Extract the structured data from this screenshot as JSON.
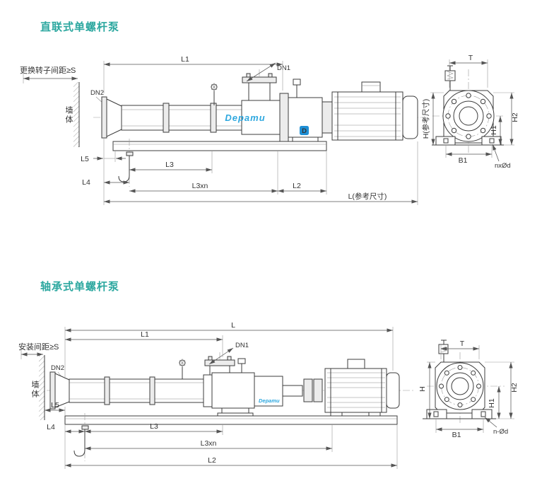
{
  "page": {
    "bg": "#ffffff",
    "accent": "#2BA79F",
    "line_color": "#3c3c3c",
    "brand_color": "#2FA8DF"
  },
  "s1": {
    "title": "直联式单螺杆泵",
    "labels": {
      "replace_spacing": "更换转子间距≥S",
      "wall": "墙体",
      "dn2": "DN2",
      "dn1": "DN1",
      "l1": "L1",
      "brand": "Depamu",
      "logo_d": "D",
      "l5": "L5",
      "l3": "L3",
      "l4": "L4",
      "l3xn": "L3xn",
      "l2": "L2",
      "l_ref": "L(参考尺寸)",
      "t": "T",
      "h_ref": "H(参考尺寸)",
      "h2": "H2",
      "h1": "H1",
      "b1": "B1",
      "nxod": "nxØd"
    }
  },
  "s2": {
    "title": "轴承式单螺杆泵",
    "labels": {
      "install_spacing": "安装间距≥S",
      "wall": "墙体",
      "dn2": "DN2",
      "dn1": "DN1",
      "l": "L",
      "l1": "L1",
      "brand": "Depamu",
      "l5": "L5",
      "l4": "L4",
      "l3": "L3",
      "l3xn": "L3xn",
      "l2": "L2",
      "t": "T",
      "h": "H",
      "h2": "H2",
      "h1": "H1",
      "b1": "B1",
      "nod": "n-Ød"
    }
  }
}
